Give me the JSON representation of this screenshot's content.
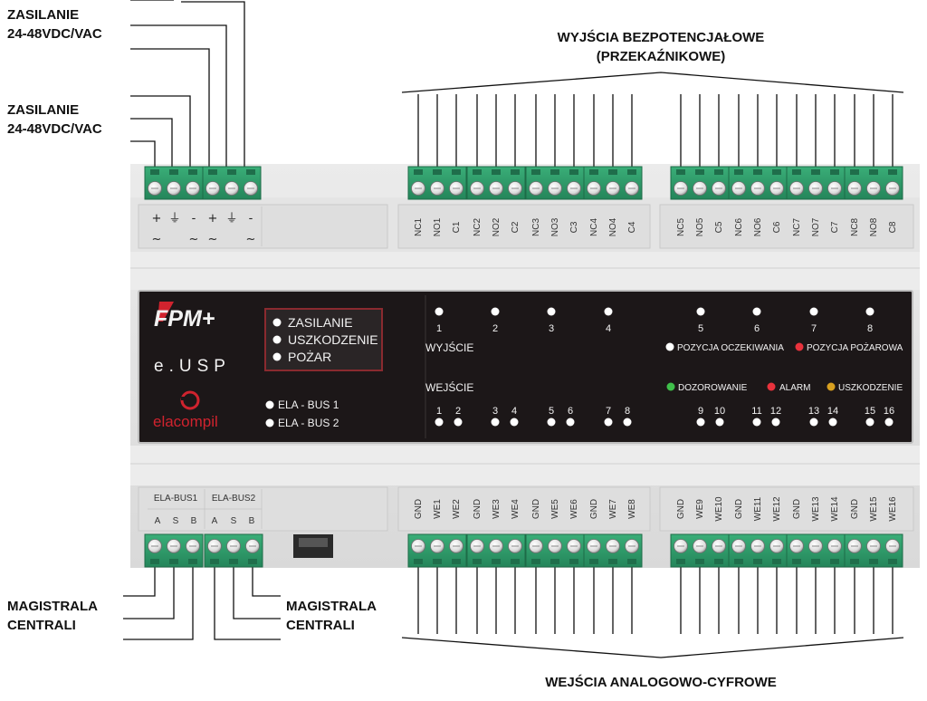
{
  "labels": {
    "power_supply_1": [
      "ZASILANIE",
      "24-48VDC/VAC"
    ],
    "power_supply_2": [
      "ZASILANIE",
      "24-48VDC/VAC"
    ],
    "relay_outputs": [
      "WYJŚCIA BEZPOTENCJAŁOWE",
      "(PRZEKAŹNIKOWE)"
    ],
    "analog_digital_inputs": "WEJŚCIA ANALOGOWO-CYFROWE",
    "bus_left": [
      "MAGISTRALA",
      "CENTRALI"
    ],
    "bus_right": [
      "MAGISTRALA",
      "CENTRALI"
    ]
  },
  "power_terminals": {
    "symbols_top": [
      "+",
      "⏚",
      "-",
      "+",
      "⏚",
      "-"
    ],
    "symbols_bottom": [
      "~",
      "",
      "~",
      "~",
      "",
      "~"
    ]
  },
  "relay_terminals": {
    "group1": [
      "NC1",
      "NO1",
      "C1",
      "NC2",
      "NO2",
      "C2",
      "NC3",
      "NO3",
      "C3",
      "NC4",
      "NO4",
      "C4"
    ],
    "group2": [
      "NC5",
      "NO5",
      "C5",
      "NC6",
      "NO6",
      "C6",
      "NC7",
      "NO7",
      "C7",
      "NC8",
      "NO8",
      "C8"
    ]
  },
  "bus_terminals": {
    "headers": [
      "ELA-BUS1",
      "ELA-BUS2"
    ],
    "pins": [
      "A",
      "S",
      "B",
      "A",
      "S",
      "B"
    ]
  },
  "input_terminals": {
    "group1": [
      "GND",
      "WE1",
      "WE2",
      "GND",
      "WE3",
      "WE4",
      "GND",
      "WE5",
      "WE6",
      "GND",
      "WE7",
      "WE8"
    ],
    "group2": [
      "GND",
      "WE9",
      "WE10",
      "GND",
      "WE11",
      "WE12",
      "GND",
      "WE13",
      "WE14",
      "GND",
      "WE15",
      "WE16"
    ]
  },
  "panel": {
    "brand": "FPM+",
    "model": "e.USP",
    "maker": "elacompil",
    "status_leds": [
      "ZASILANIE",
      "USZKODZENIE",
      "POŻAR"
    ],
    "bus_leds": [
      "ELA - BUS 1",
      "ELA - BUS 2"
    ],
    "output_label": "WYJŚCIE",
    "input_label": "WEJŚCIE",
    "output_numbers": [
      "1",
      "2",
      "3",
      "4",
      "5",
      "6",
      "7",
      "8"
    ],
    "input_numbers": [
      "1",
      "2",
      "3",
      "4",
      "5",
      "6",
      "7",
      "8",
      "9",
      "10",
      "11",
      "12",
      "13",
      "14",
      "15",
      "16"
    ],
    "output_legend": [
      {
        "label": "POZYCJA OCZEKIWANIA",
        "color": "#ffffff"
      },
      {
        "label": "POZYCJA POŻAROWA",
        "color": "#e8323c"
      }
    ],
    "input_legend": [
      {
        "label": "DOZOROWANIE",
        "color": "#3fbf4a"
      },
      {
        "label": "ALARM",
        "color": "#e8323c"
      },
      {
        "label": "USZKODZENIE",
        "color": "#d8a020"
      }
    ]
  },
  "colors": {
    "terminal_green": "#2f9c6a",
    "panel_black": "#1c1718",
    "brand_red": "#d0232e"
  }
}
